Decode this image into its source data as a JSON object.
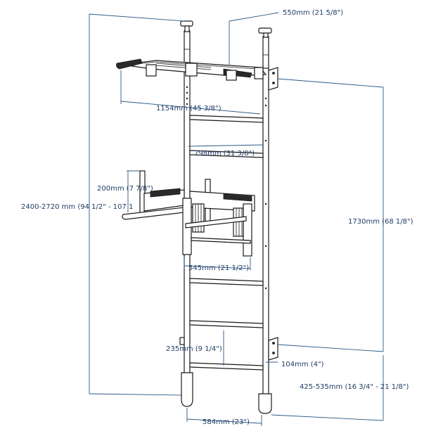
{
  "colors": {
    "dimension": "#2b5a86",
    "dimension_text": "#1f3b63",
    "outline": "#1a1a1a"
  },
  "dimensions": {
    "top_offset": "550mm (21 5/8\")",
    "pullup_bar_width": "1154mm (45 3/8\")",
    "rung_width": "798mm (31 3/8\")",
    "dip_handle_height": "200mm (7 7/8\")",
    "total_height": "2400-2720 mm (94 1/2\" - 107 1",
    "ladder_height": "1730mm (68 1/8\")",
    "dip_bar_width": "545mm (21 1/2\")",
    "rung_spacing": "235mm (9 1/4\")",
    "wall_offset": "104mm (4\")",
    "bottom_height": "425-535mm (16 3/4\" - 21 1/8\")",
    "base_width": "584mm (23\")"
  }
}
